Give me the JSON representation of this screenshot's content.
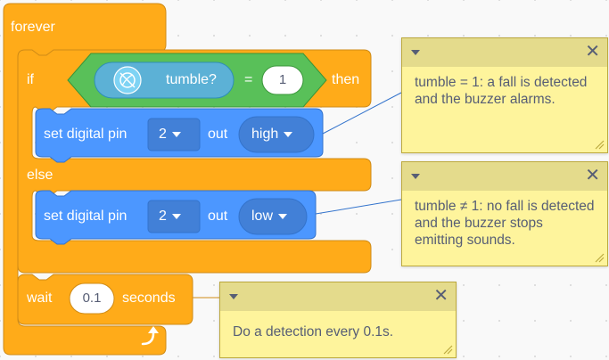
{
  "blocks": {
    "forever": {
      "label": "forever"
    },
    "if": {
      "if_label": "if",
      "then_label": "then",
      "else_label": "else"
    },
    "condition": {
      "sensor_label": "tumble?",
      "operator": "=",
      "value": "1"
    },
    "set_pin_high": {
      "label": "set digital pin",
      "pin": "2",
      "out_label": "out",
      "level": "high"
    },
    "set_pin_low": {
      "label": "set digital pin",
      "pin": "2",
      "out_label": "out",
      "level": "low"
    },
    "wait": {
      "label": "wait",
      "value": "0.1",
      "unit": "seconds"
    }
  },
  "comments": [
    {
      "text": "tumble = 1: a fall is detected and the buzzer alarms."
    },
    {
      "text": "tumble ≠ 1: no fall is detected and the buzzer stops emitting sounds."
    },
    {
      "text": "Do a detection every 0.1s."
    }
  ],
  "colors": {
    "control": "#FFAB19",
    "motion": "#4C97FF",
    "operator": "#59C059",
    "sensor": "#5CB1D6",
    "comment": "#FEF49C",
    "comment_header": "#E4DB8C"
  },
  "icons": {
    "sensor": "tumble-sensor-icon",
    "loop": "loop-arrow-icon",
    "close": "close-icon",
    "collapse": "chevron-down-icon"
  }
}
